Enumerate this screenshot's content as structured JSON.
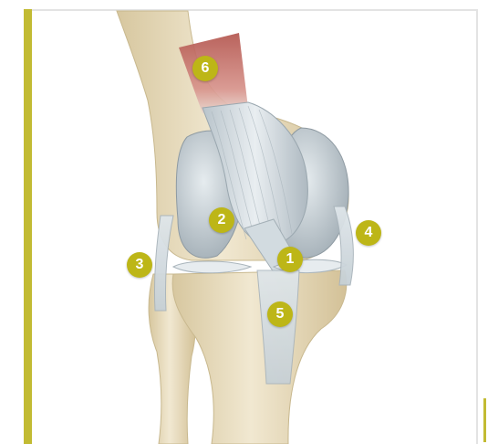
{
  "colors": {
    "accent": "#c2bb33",
    "marker": "#bdb617",
    "bone": "#eadfc2",
    "bone_shadow": "#c9b98f",
    "cartilage": "#bfc9cf",
    "ligament": "#d9e2e7",
    "muscle": "#c06a62",
    "frame": "#e3e3e3"
  },
  "markers": [
    {
      "label": "6"
    },
    {
      "label": "2"
    },
    {
      "label": "4"
    },
    {
      "label": "3"
    },
    {
      "label": "1"
    },
    {
      "label": "5"
    }
  ]
}
